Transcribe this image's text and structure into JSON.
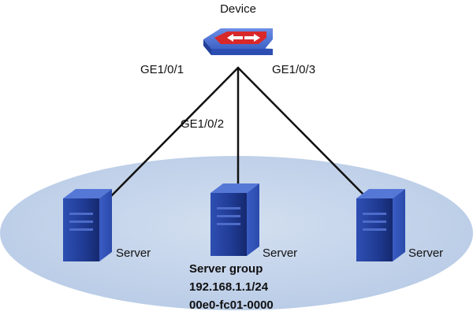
{
  "device": {
    "label": "Device",
    "icon": "switch-icon",
    "colors": {
      "body": "#4a6fd0",
      "accent": "#d8282a"
    }
  },
  "links": [
    {
      "port": "GE1/0/1"
    },
    {
      "port": "GE1/0/2"
    },
    {
      "port": "GE1/0/3"
    }
  ],
  "servers": [
    {
      "label": "Server",
      "icon": "server-icon"
    },
    {
      "label": "Server",
      "icon": "server-icon"
    },
    {
      "label": "Server",
      "icon": "server-icon"
    }
  ],
  "server_group": {
    "title": "Server group",
    "ip": "192.168.1.1/24",
    "mac": "00e0-fc01-0000",
    "color": "#c5d5ea"
  }
}
